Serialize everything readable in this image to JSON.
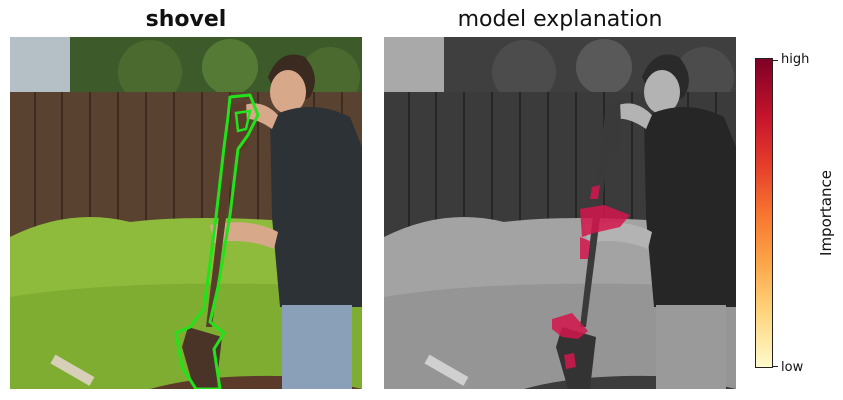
{
  "left_panel": {
    "title": "shovel"
  },
  "right_panel": {
    "title": "model explanation"
  },
  "colorbar": {
    "label": "Importance",
    "high_label": "high",
    "low_label": "low",
    "colors": [
      "#7f0026",
      "#c2132b",
      "#e43c2b",
      "#f7742f",
      "#fca548",
      "#fed47c",
      "#fffbcc"
    ]
  },
  "colors": {
    "segmentation_outline": "#22e31a",
    "heatmap_mark": "#d4164d"
  }
}
